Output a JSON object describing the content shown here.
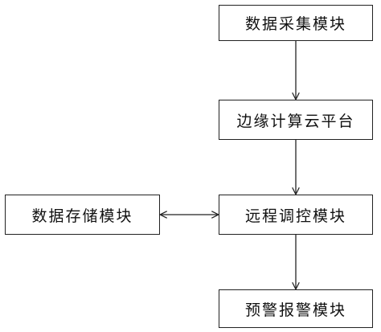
{
  "nodes": {
    "data_collection": "数据采集模块",
    "edge_cloud": "边缘计算云平台",
    "remote_control": "远程调控模块",
    "data_storage": "数据存储模块",
    "alarm": "预警报警模块"
  },
  "edges": [
    {
      "from": "data_collection",
      "to": "edge_cloud",
      "direction": "forward"
    },
    {
      "from": "edge_cloud",
      "to": "remote_control",
      "direction": "forward"
    },
    {
      "from": "data_storage",
      "to": "remote_control",
      "direction": "bidirectional"
    },
    {
      "from": "remote_control",
      "to": "alarm",
      "direction": "forward"
    }
  ],
  "colors": {
    "stroke": "#222222",
    "text": "#111111",
    "background": "#ffffff"
  }
}
